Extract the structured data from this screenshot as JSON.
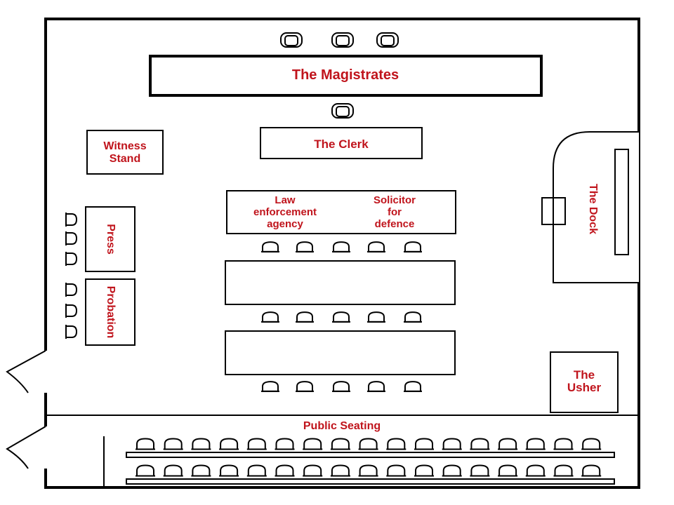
{
  "colors": {
    "label": "#c0141c",
    "line": "#000000",
    "background": "#ffffff"
  },
  "labels": {
    "magistrates": "The Magistrates",
    "clerk": "The Clerk",
    "witness_line1": "Witness",
    "witness_line2": "Stand",
    "law_line1": "Law",
    "law_line2": "enforcement",
    "law_line3": "agency",
    "defence_line1": "Solicitor",
    "defence_line2": "for",
    "defence_line3": "defence",
    "press": "Press",
    "probation": "Probation",
    "dock": "The Dock",
    "usher_line1": "The",
    "usher_line2": "Usher",
    "public": "Public Seating"
  },
  "icons": {
    "seat": "chair-icon",
    "door": "door-swing-icon"
  }
}
